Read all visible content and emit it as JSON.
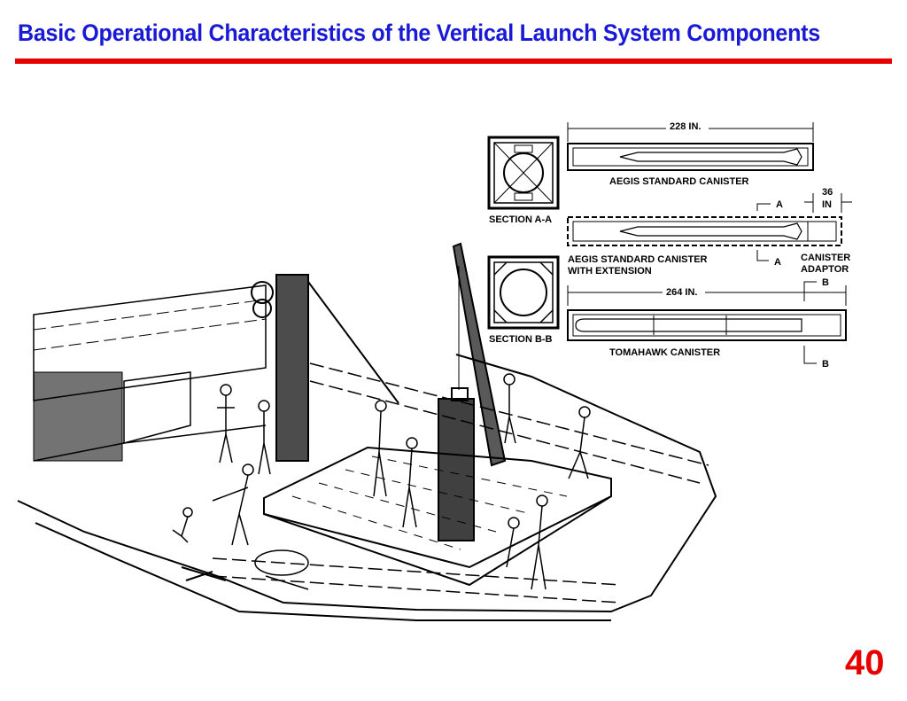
{
  "slide": {
    "title": "Basic Operational Characteristics of the Vertical Launch System Components",
    "page_number": "40",
    "accent_color": "#e60000",
    "title_color": "#1a1ad6"
  },
  "figure": {
    "labels": {
      "dim_228": "228 IN.",
      "aegis_standard": "AEGIS STANDARD CANISTER",
      "section_aa": "SECTION A-A",
      "marker_a_top": "A",
      "dim_36": "36",
      "dim_in": "IN",
      "aegis_ext_1": "AEGIS STANDARD CANISTER",
      "aegis_ext_2": "WITH EXTENSION",
      "marker_a_bottom": "A",
      "adaptor_1": "CANISTER",
      "adaptor_2": "ADAPTOR",
      "marker_b_top": "B",
      "dim_264": "264 IN.",
      "section_bb": "SECTION B-B",
      "tomahawk": "TOMAHAWK CANISTER",
      "marker_b_bottom": "B"
    }
  }
}
